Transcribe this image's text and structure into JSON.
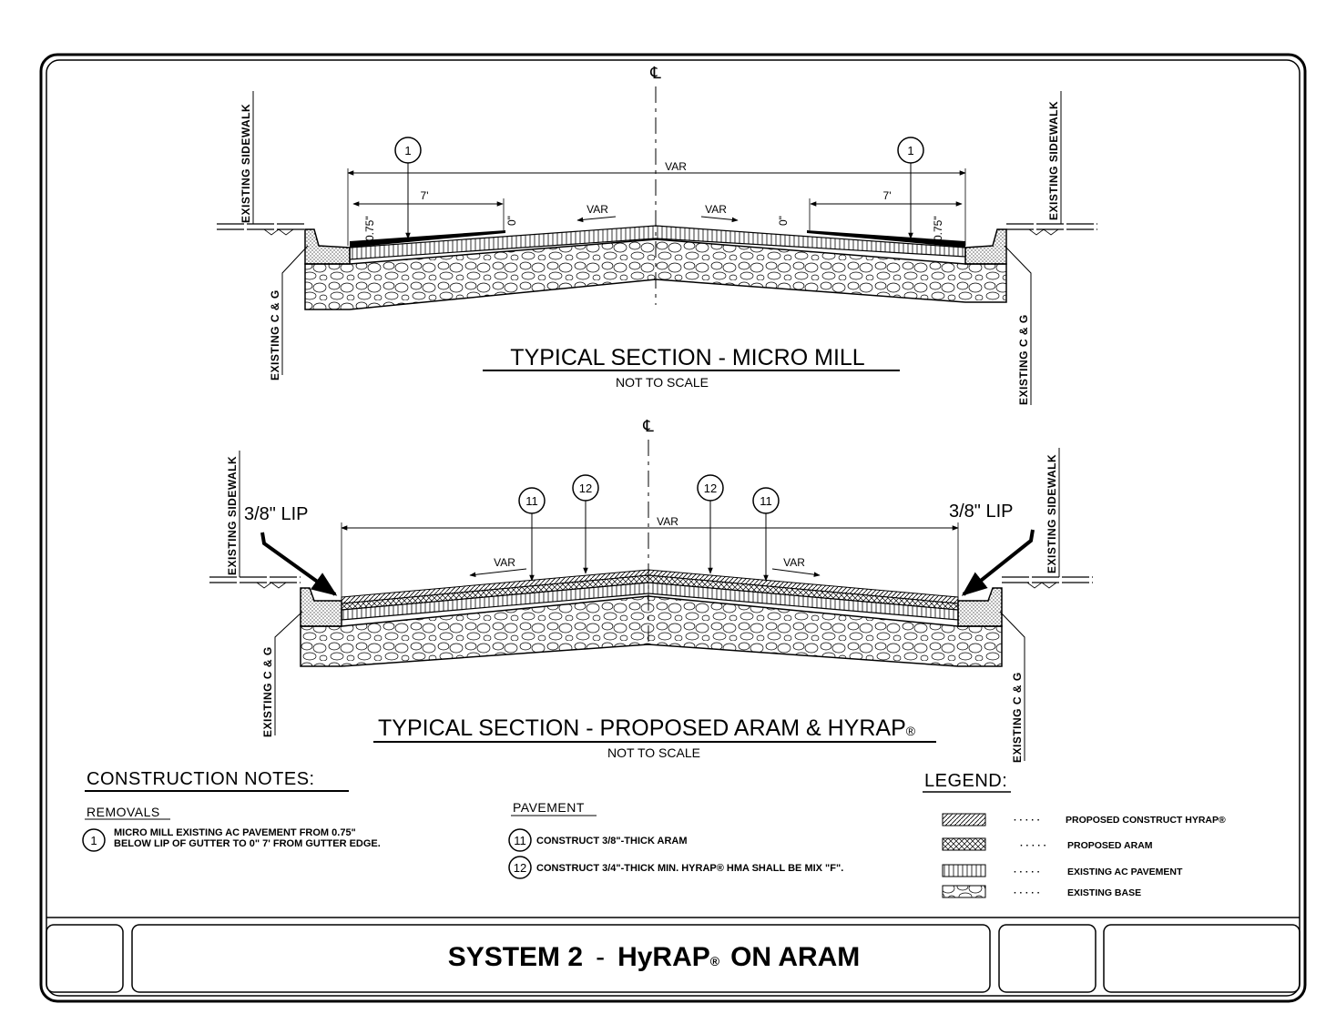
{
  "centerline_symbol": "℄",
  "section_top": {
    "title": "TYPICAL SECTION - MICRO MILL",
    "scale": "NOT TO SCALE",
    "overall_dim": "VAR",
    "left_sidewalk": "EXISTING SIDEWALK",
    "right_sidewalk": "EXISTING SIDEWALK",
    "left_cg": "EXISTING C & G",
    "right_cg": "EXISTING C & G",
    "left_width": "7'",
    "right_width": "7'",
    "depth_edge_left": "0.75\"",
    "depth_edge_right": "0.75\"",
    "depth_zero_left": "0\"",
    "depth_zero_right": "0\"",
    "slope_left": "VAR",
    "slope_right": "VAR",
    "callout_left": "1",
    "callout_right": "1"
  },
  "section_bottom": {
    "title": "TYPICAL SECTION - PROPOSED ARAM & HYRAP",
    "title_mark": "®",
    "scale": "NOT TO SCALE",
    "overall_dim": "VAR",
    "left_sidewalk": "EXISTING SIDEWALK",
    "right_sidewalk": "EXISTING SIDEWALK",
    "left_cg": "EXISTING C & G",
    "right_cg": "EXISTING C & G",
    "lip_left": "3/8\"  LIP",
    "lip_right": "3/8\"  LIP",
    "slope_left": "VAR",
    "slope_right": "VAR",
    "callouts": [
      "11",
      "12",
      "12",
      "11"
    ]
  },
  "construction_notes": {
    "heading": "CONSTRUCTION NOTES:",
    "removals_heading": "REMOVALS",
    "removal_number": "1",
    "removal_line1": "MICRO MILL EXISTING AC PAVEMENT FROM 0.75\"",
    "removal_line2": "BELOW LIP OF GUTTER TO 0\" 7' FROM GUTTER EDGE.",
    "pavement_heading": "PAVEMENT",
    "pavement_items": [
      {
        "number": "11",
        "text": "CONSTRUCT 3/8\"-THICK ARAM"
      },
      {
        "number": "12",
        "text": "CONSTRUCT 3/4\"-THICK MIN. HYRAP® HMA SHALL BE MIX \"F\"."
      }
    ]
  },
  "legend": {
    "heading": "LEGEND:",
    "items": [
      {
        "label": "PROPOSED CONSTRUCT HYRAP®",
        "pattern": "diagonal-hatch"
      },
      {
        "label": "PROPOSED ARAM",
        "pattern": "cross-hatch"
      },
      {
        "label": "EXISTING AC PAVEMENT",
        "pattern": "vertical-ticks"
      },
      {
        "label": "EXISTING BASE",
        "pattern": "cobble"
      }
    ]
  },
  "title_block": {
    "title_main": "SYSTEM 2",
    "title_dash": "-",
    "title_product": "HyRAP",
    "title_mark": "®",
    "title_end": "ON ARAM"
  }
}
